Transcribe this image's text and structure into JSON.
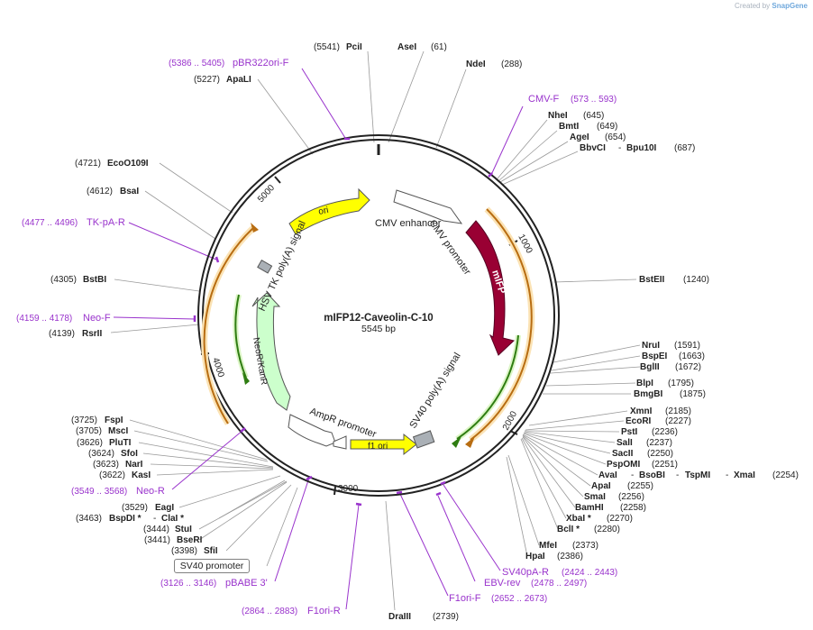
{
  "credit": {
    "prefix": "Created by",
    "brand": "SnapGene"
  },
  "plasmid": {
    "name": "mIFP12-Caveolin-C-10",
    "size": "5545 bp"
  },
  "ticks": [
    "1000",
    "2000",
    "3000",
    "4000",
    "5000"
  ],
  "features": {
    "cmv_enhancer": "CMV enhancer",
    "cmv_promoter": "CMV promoter",
    "mifp": "mIFP",
    "sv40_polya": "SV40 poly(A) signal",
    "f1_ori": "f1 ori",
    "ampr_promoter": "AmpR promoter",
    "neor_kanr": "NeoR/KanR",
    "hsv_tk_polya": "HSV TK poly(A) signal",
    "ori": "ori",
    "sv40_promoter": "SV40 promoter"
  },
  "sites": {
    "pcii": {
      "name": "PciI",
      "pos": "(5541)"
    },
    "asei": {
      "name": "AseI",
      "pos": "(61)"
    },
    "ndei": {
      "name": "NdeI",
      "pos": "(288)"
    },
    "nhei": {
      "name": "NheI",
      "pos": "(645)"
    },
    "bmti": {
      "name": "BmtI",
      "pos": "(649)"
    },
    "agei": {
      "name": "AgeI",
      "pos": "(654)"
    },
    "bbvci": {
      "name": "BbvCI",
      "sep": "-",
      "name2": "Bpu10I",
      "pos": "(687)"
    },
    "bsteii": {
      "name": "BstEII",
      "pos": "(1240)"
    },
    "srui": {
      "name": "NruI",
      "pos": "(1591)"
    },
    "bspei": {
      "name": "BspEI",
      "pos": "(1663)"
    },
    "bglii": {
      "name": "BglII",
      "pos": "(1672)"
    },
    "blpi": {
      "name": "BlpI",
      "pos": "(1795)"
    },
    "bmgbi": {
      "name": "BmgBI",
      "pos": "(1875)"
    },
    "xmni": {
      "name": "XmnI",
      "pos": "(2185)"
    },
    "ecori": {
      "name": "EcoRI",
      "pos": "(2227)"
    },
    "psti": {
      "name": "PstI",
      "pos": "(2236)"
    },
    "sali": {
      "name": "SalI",
      "pos": "(2237)"
    },
    "sacii": {
      "name": "SacII",
      "pos": "(2250)"
    },
    "pspomi": {
      "name": "PspOMI",
      "pos": "(2251)"
    },
    "avai": {
      "name": "AvaI",
      "sep1": "-",
      "name2": "BsoBI",
      "sep2": "-",
      "name3": "TspMI",
      "sep3": "-",
      "name4": "XmaI",
      "pos": "(2254)"
    },
    "apai": {
      "name": "ApaI",
      "pos": "(2255)"
    },
    "smai": {
      "name": "SmaI",
      "pos": "(2256)"
    },
    "bamhi": {
      "name": "BamHI",
      "pos": "(2258)"
    },
    "xbai": {
      "name": "XbaI *",
      "pos": "(2270)"
    },
    "bcli": {
      "name": "BclI *",
      "pos": "(2280)"
    },
    "mfei": {
      "name": "MfeI",
      "pos": "(2373)"
    },
    "hpai": {
      "name": "HpaI",
      "pos": "(2386)"
    },
    "draiii": {
      "name": "DraIII",
      "pos": "(2739)"
    },
    "sfii": {
      "name": "SfiI",
      "pos": "(3398)"
    },
    "bseri": {
      "name": "BseRI",
      "pos": "(3441)"
    },
    "stui": {
      "name": "StuI",
      "pos": "(3444)"
    },
    "bspdi": {
      "name": "BspDI *",
      "sep": "-",
      "name2": "ClaI *",
      "pos": "(3463)"
    },
    "eagi": {
      "name": "EagI",
      "pos": "(3529)"
    },
    "kasi": {
      "name": "KasI",
      "pos": "(3622)"
    },
    "nari": {
      "name": "NarI",
      "pos": "(3623)"
    },
    "sfoi": {
      "name": "SfoI",
      "pos": "(3624)"
    },
    "pluti": {
      "name": "PluTI",
      "pos": "(3626)"
    },
    "msci": {
      "name": "MscI",
      "pos": "(3705)"
    },
    "fspi": {
      "name": "FspI",
      "pos": "(3725)"
    },
    "rsrii": {
      "name": "RsrII",
      "pos": "(4139)"
    },
    "bstbi": {
      "name": "BstBI",
      "pos": "(4305)"
    },
    "bsai": {
      "name": "BsaI",
      "pos": "(4612)"
    },
    "eco0109i": {
      "name": "EcoO109I",
      "pos": "(4721)"
    },
    "apali": {
      "name": "ApaLI",
      "pos": "(5227)"
    }
  },
  "primers": {
    "pbr322ori_f": {
      "name": "pBR322ori-F",
      "range": "(5386 .. 5405)"
    },
    "cmv_f": {
      "name": "CMV-F",
      "range": "(573 .. 593)"
    },
    "tk_pa_r": {
      "name": "TK-pA-R",
      "range": "(4477 .. 4496)"
    },
    "neo_f": {
      "name": "Neo-F",
      "range": "(4159 .. 4178)"
    },
    "neo_r": {
      "name": "Neo-R",
      "range": "(3549 .. 3568)"
    },
    "pbabe3": {
      "name": "pBABE 3'",
      "range": "(3126 .. 3146)"
    },
    "f1ori_r": {
      "name": "F1ori-R",
      "range": "(2864 .. 2883)"
    },
    "f1ori_f": {
      "name": "F1ori-F",
      "range": "(2652 .. 2673)"
    },
    "ebv_rev": {
      "name": "EBV-rev",
      "range": "(2478 .. 2497)"
    },
    "sv40pa_r": {
      "name": "SV40pA-R",
      "range": "(2424 .. 2443)"
    }
  },
  "colors": {
    "primer": "#9933cc",
    "mifp": "#990033",
    "ori": "#ffff00",
    "neor": "#ccffcc",
    "orf_orange": "#e8922a",
    "orf_green": "#55aa22"
  }
}
